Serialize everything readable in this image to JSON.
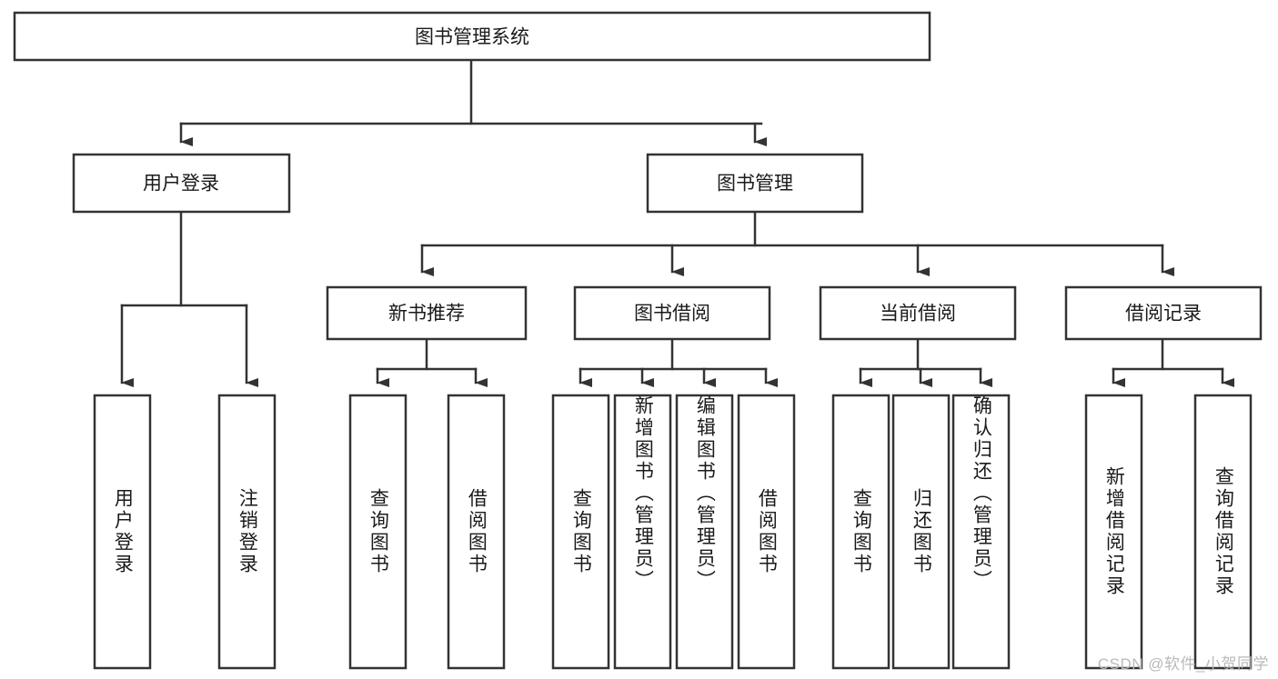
{
  "diagram": {
    "type": "tree-hierarchy-diagram",
    "title": "图书管理系统",
    "orientation": "top-down",
    "root": {
      "id": "root",
      "label": "图书管理系统"
    },
    "level2": [
      {
        "id": "user-login",
        "label": "用户登录"
      },
      {
        "id": "book-manage",
        "label": "图书管理"
      }
    ],
    "level3": [
      {
        "id": "new-book-rec",
        "label": "新书推荐",
        "parent": "book-manage"
      },
      {
        "id": "book-borrow",
        "label": "图书借阅",
        "parent": "book-manage"
      },
      {
        "id": "current-borrow",
        "label": "当前借阅",
        "parent": "book-manage"
      },
      {
        "id": "borrow-record",
        "label": "借阅记录",
        "parent": "book-manage"
      }
    ],
    "leaves": [
      {
        "id": "leaf-user-login",
        "label": "用户登录",
        "parent": "user-login"
      },
      {
        "id": "leaf-logout",
        "label": "注销登录",
        "parent": "user-login"
      },
      {
        "id": "leaf-query-book-1",
        "label": "查询图书",
        "parent": "new-book-rec"
      },
      {
        "id": "leaf-borrow-book-1",
        "label": "借阅图书",
        "parent": "new-book-rec"
      },
      {
        "id": "leaf-query-book-2",
        "label": "查询图书",
        "parent": "book-borrow"
      },
      {
        "id": "leaf-add-book",
        "label": "新增图书（管理员）",
        "parent": "book-borrow"
      },
      {
        "id": "leaf-edit-book",
        "label": "编辑图书（管理员）",
        "parent": "book-borrow"
      },
      {
        "id": "leaf-borrow-book-2",
        "label": "借阅图书",
        "parent": "book-borrow"
      },
      {
        "id": "leaf-query-book-3",
        "label": "查询图书",
        "parent": "current-borrow"
      },
      {
        "id": "leaf-return-book",
        "label": "归还图书",
        "parent": "current-borrow"
      },
      {
        "id": "leaf-confirm-return",
        "label": "确认归还（管理员）",
        "parent": "current-borrow"
      },
      {
        "id": "leaf-add-record",
        "label": "新增借阅记录",
        "parent": "borrow-record"
      },
      {
        "id": "leaf-query-record",
        "label": "查询借阅记录",
        "parent": "borrow-record"
      }
    ]
  },
  "watermark": {
    "text": "CSDN @软件_小贺同学"
  },
  "colors": {
    "box_stroke": "#333333",
    "box_fill": "#ffffff",
    "text": "#1a1a1a",
    "connector": "#333333",
    "watermark": "#b9b9b9",
    "background": "#ffffff"
  }
}
